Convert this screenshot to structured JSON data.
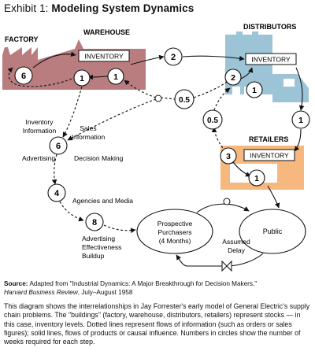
{
  "title": {
    "prefix": "Exhibit 1:",
    "main": "Modeling System Dynamics"
  },
  "labels": {
    "factory": "FACTORY",
    "warehouse": "WAREHOUSE",
    "distributors": "DISTRIBUTORS",
    "retailers": "RETAILERS",
    "inventory": "INVENTORY",
    "inventory_information_1": "Inventory",
    "inventory_information_2": "Information",
    "sales_information_1": "Sales",
    "sales_information_2": "Information",
    "advertising": "Advertising",
    "decision_making": "Decision Making",
    "agencies_and_media": "Agencies and Media",
    "advertising_effectiveness_1": "Advertising",
    "advertising_effectiveness_2": "Effectiveness",
    "advertising_effectiveness_3": "Buildup",
    "prospective_1": "Prospective",
    "prospective_2": "Purchasers",
    "prospective_3": "(4 Months)",
    "public": "Public",
    "assumed_delay_1": "Assumed",
    "assumed_delay_2": "Delay"
  },
  "delays": {
    "factory": "6",
    "warehouse_in": "1",
    "warehouse_out": "1",
    "factory_to_distributors": "2",
    "distributors_in": "2",
    "distributors_out": "1",
    "info_to_warehouse": "0.5",
    "info_from_retailers": "0.5",
    "distributors_to_retailers": "1",
    "retailers_in": "3",
    "retailers_out": "1",
    "decision_making": "6",
    "agencies": "4",
    "advertising_buildup": "8"
  },
  "colors": {
    "factory": "#b97d80",
    "distributors": "#9cc3d6",
    "retailers": "#f6b87e",
    "ink": "#111111"
  },
  "source": {
    "lead": "Source:",
    "text": "Adapted from \"Industrial Dynamics: A Major Breakthrough for Decision Makers,\"",
    "journal": "Harvard Business Review",
    "date": ", July–August 1958"
  },
  "caption": "This diagram shows the interrelationships in Jay Forrester's early model of General Electric's supply chain problems. The \"buildings\" (factory, warehouse, distributors, retailers) represent stocks — in this case, inventory levels. Dotted lines represent flows of information (such as orders or sales figures); solid lines, flows of products or causal influence. Numbers in circles show the number of weeks required for each step."
}
